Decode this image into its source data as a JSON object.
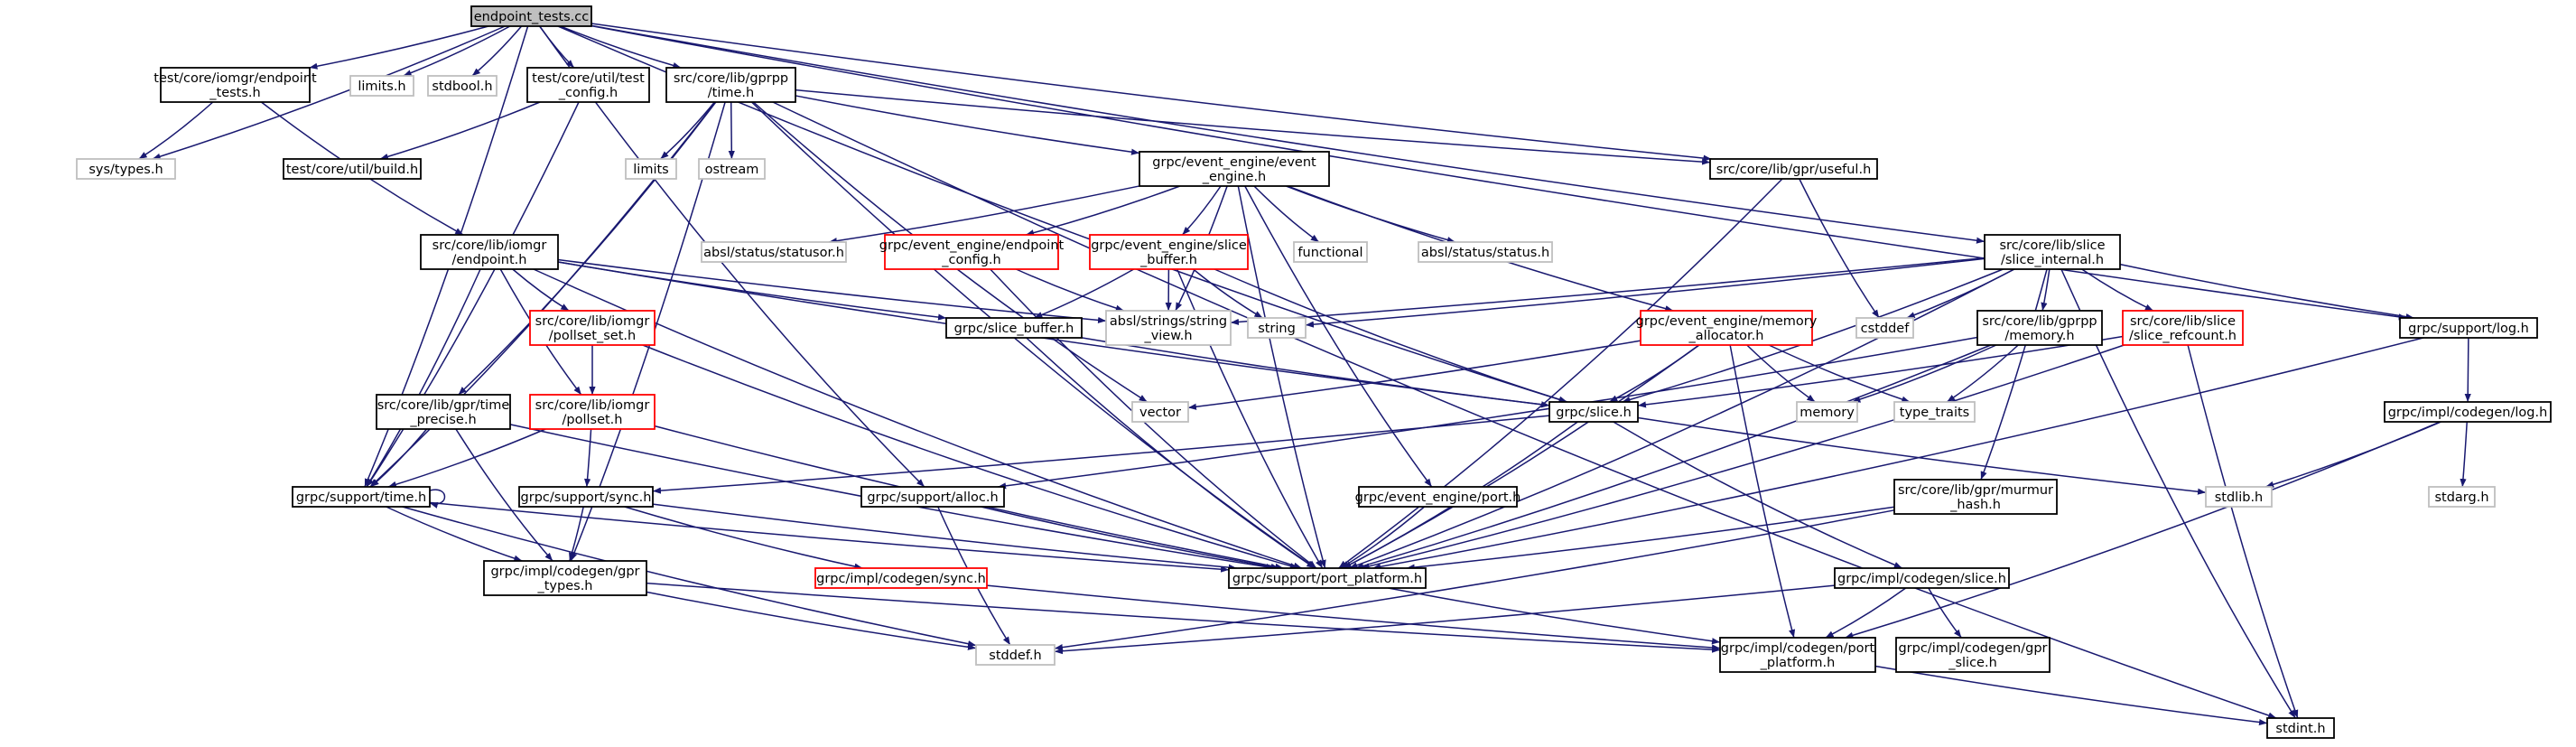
{
  "graph": {
    "edge_color": "#191970",
    "node_style_colors": {
      "root_fill": "#bfbfbf",
      "default_border": "#000000",
      "incomplete_border": "#ff0000",
      "system_border": "#bfbfbf"
    },
    "nodes": [
      {
        "id": "n0",
        "lines": [
          "endpoint_tests.cc"
        ],
        "style": "root"
      },
      {
        "id": "n1",
        "lines": [
          "test/core/iomgr/endpoint",
          "_tests.h"
        ],
        "style": "normal"
      },
      {
        "id": "n2",
        "lines": [
          "limits.h"
        ],
        "style": "gray"
      },
      {
        "id": "n3",
        "lines": [
          "stdbool.h"
        ],
        "style": "gray"
      },
      {
        "id": "n4",
        "lines": [
          "test/core/util/test",
          "_config.h"
        ],
        "style": "normal"
      },
      {
        "id": "n5",
        "lines": [
          "src/core/lib/gprpp",
          "/time.h"
        ],
        "style": "normal"
      },
      {
        "id": "n6",
        "lines": [
          "sys/types.h"
        ],
        "style": "gray"
      },
      {
        "id": "n7",
        "lines": [
          "test/core/util/build.h"
        ],
        "style": "normal"
      },
      {
        "id": "n8",
        "lines": [
          "limits"
        ],
        "style": "gray"
      },
      {
        "id": "n9",
        "lines": [
          "ostream"
        ],
        "style": "gray"
      },
      {
        "id": "n10",
        "lines": [
          "grpc/event_engine/event",
          "_engine.h"
        ],
        "style": "normal"
      },
      {
        "id": "n11",
        "lines": [
          "src/core/lib/gpr/useful.h"
        ],
        "style": "normal"
      },
      {
        "id": "n12",
        "lines": [
          "src/core/lib/iomgr",
          "/endpoint.h"
        ],
        "style": "normal"
      },
      {
        "id": "n13",
        "lines": [
          "absl/status/statusor.h"
        ],
        "style": "gray"
      },
      {
        "id": "n14",
        "lines": [
          "grpc/event_engine/endpoint",
          "_config.h"
        ],
        "style": "red"
      },
      {
        "id": "n15",
        "lines": [
          "grpc/event_engine/slice",
          "_buffer.h"
        ],
        "style": "red"
      },
      {
        "id": "n16",
        "lines": [
          "functional"
        ],
        "style": "gray"
      },
      {
        "id": "n17",
        "lines": [
          "absl/status/status.h"
        ],
        "style": "gray"
      },
      {
        "id": "n18",
        "lines": [
          "src/core/lib/slice",
          "/slice_internal.h"
        ],
        "style": "normal"
      },
      {
        "id": "n19",
        "lines": [
          "src/core/lib/iomgr",
          "/pollset_set.h"
        ],
        "style": "red"
      },
      {
        "id": "n20",
        "lines": [
          "grpc/slice_buffer.h"
        ],
        "style": "normal"
      },
      {
        "id": "n21",
        "lines": [
          "absl/strings/string",
          "_view.h"
        ],
        "style": "gray"
      },
      {
        "id": "n22",
        "lines": [
          "string"
        ],
        "style": "gray"
      },
      {
        "id": "n23",
        "lines": [
          "grpc/event_engine/memory",
          "_allocator.h"
        ],
        "style": "red"
      },
      {
        "id": "n24",
        "lines": [
          "cstddef"
        ],
        "style": "gray"
      },
      {
        "id": "n25",
        "lines": [
          "src/core/lib/gprpp",
          "/memory.h"
        ],
        "style": "normal"
      },
      {
        "id": "n26",
        "lines": [
          "src/core/lib/slice",
          "/slice_refcount.h"
        ],
        "style": "red"
      },
      {
        "id": "n27",
        "lines": [
          "grpc/support/log.h"
        ],
        "style": "normal"
      },
      {
        "id": "n28",
        "lines": [
          "src/core/lib/gpr/time",
          "_precise.h"
        ],
        "style": "normal"
      },
      {
        "id": "n29",
        "lines": [
          "src/core/lib/iomgr",
          "/pollset.h"
        ],
        "style": "red"
      },
      {
        "id": "n30",
        "lines": [
          "vector"
        ],
        "style": "gray"
      },
      {
        "id": "n31",
        "lines": [
          "memory"
        ],
        "style": "gray"
      },
      {
        "id": "n32",
        "lines": [
          "type_traits"
        ],
        "style": "gray"
      },
      {
        "id": "n33",
        "lines": [
          "grpc/slice.h"
        ],
        "style": "normal"
      },
      {
        "id": "n34",
        "lines": [
          "grpc/impl/codegen/log.h"
        ],
        "style": "normal"
      },
      {
        "id": "n35",
        "lines": [
          "grpc/support/time.h"
        ],
        "style": "normal"
      },
      {
        "id": "n36",
        "lines": [
          "grpc/support/sync.h"
        ],
        "style": "normal"
      },
      {
        "id": "n37",
        "lines": [
          "grpc/support/alloc.h"
        ],
        "style": "normal"
      },
      {
        "id": "n38",
        "lines": [
          "grpc/event_engine/port.h"
        ],
        "style": "normal"
      },
      {
        "id": "n39",
        "lines": [
          "src/core/lib/gpr/murmur",
          "_hash.h"
        ],
        "style": "normal"
      },
      {
        "id": "n40",
        "lines": [
          "stdlib.h"
        ],
        "style": "gray"
      },
      {
        "id": "n41",
        "lines": [
          "stdarg.h"
        ],
        "style": "gray"
      },
      {
        "id": "n42",
        "lines": [
          "grpc/impl/codegen/gpr",
          "_types.h"
        ],
        "style": "normal"
      },
      {
        "id": "n43",
        "lines": [
          "grpc/impl/codegen/sync.h"
        ],
        "style": "red"
      },
      {
        "id": "n44",
        "lines": [
          "grpc/support/port_platform.h"
        ],
        "style": "normal"
      },
      {
        "id": "n45",
        "lines": [
          "grpc/impl/codegen/slice.h"
        ],
        "style": "normal"
      },
      {
        "id": "n46",
        "lines": [
          "stddef.h"
        ],
        "style": "gray"
      },
      {
        "id": "n47",
        "lines": [
          "grpc/impl/codegen/port",
          "_platform.h"
        ],
        "style": "normal"
      },
      {
        "id": "n48",
        "lines": [
          "grpc/impl/codegen/gpr",
          "_slice.h"
        ],
        "style": "normal"
      },
      {
        "id": "n49",
        "lines": [
          "stdint.h"
        ],
        "style": "normal"
      }
    ],
    "edges": [
      [
        "n0",
        "n1"
      ],
      [
        "n0",
        "n2"
      ],
      [
        "n0",
        "n3"
      ],
      [
        "n0",
        "n4"
      ],
      [
        "n0",
        "n5"
      ],
      [
        "n0",
        "n6"
      ],
      [
        "n0",
        "n11"
      ],
      [
        "n0",
        "n18"
      ],
      [
        "n0",
        "n27"
      ],
      [
        "n0",
        "n33"
      ],
      [
        "n0",
        "n35"
      ],
      [
        "n0",
        "n37"
      ],
      [
        "n1",
        "n6"
      ],
      [
        "n1",
        "n12"
      ],
      [
        "n4",
        "n7"
      ],
      [
        "n4",
        "n35"
      ],
      [
        "n5",
        "n8"
      ],
      [
        "n5",
        "n9"
      ],
      [
        "n5",
        "n10"
      ],
      [
        "n5",
        "n11"
      ],
      [
        "n5",
        "n28"
      ],
      [
        "n5",
        "n35"
      ],
      [
        "n5",
        "n44"
      ],
      [
        "n5",
        "n42"
      ],
      [
        "n5",
        "n30"
      ],
      [
        "n5",
        "n49"
      ],
      [
        "n10",
        "n13"
      ],
      [
        "n10",
        "n14"
      ],
      [
        "n10",
        "n15"
      ],
      [
        "n10",
        "n16"
      ],
      [
        "n10",
        "n17"
      ],
      [
        "n10",
        "n23"
      ],
      [
        "n10",
        "n38"
      ],
      [
        "n10",
        "n44"
      ],
      [
        "n10",
        "n21"
      ],
      [
        "n11",
        "n24"
      ],
      [
        "n11",
        "n44"
      ],
      [
        "n12",
        "n19"
      ],
      [
        "n12",
        "n29"
      ],
      [
        "n12",
        "n20"
      ],
      [
        "n12",
        "n33"
      ],
      [
        "n12",
        "n35"
      ],
      [
        "n12",
        "n44"
      ],
      [
        "n12",
        "n21"
      ],
      [
        "n14",
        "n21"
      ],
      [
        "n14",
        "n44"
      ],
      [
        "n15",
        "n20"
      ],
      [
        "n15",
        "n21"
      ],
      [
        "n15",
        "n22"
      ],
      [
        "n15",
        "n33"
      ],
      [
        "n15",
        "n44"
      ],
      [
        "n18",
        "n25"
      ],
      [
        "n18",
        "n26"
      ],
      [
        "n18",
        "n27"
      ],
      [
        "n18",
        "n24"
      ],
      [
        "n18",
        "n22"
      ],
      [
        "n18",
        "n33"
      ],
      [
        "n18",
        "n39"
      ],
      [
        "n18",
        "n44"
      ],
      [
        "n18",
        "n49"
      ],
      [
        "n18",
        "n21"
      ],
      [
        "n19",
        "n29"
      ],
      [
        "n19",
        "n44"
      ],
      [
        "n20",
        "n33"
      ],
      [
        "n20",
        "n44"
      ],
      [
        "n23",
        "n30"
      ],
      [
        "n23",
        "n31"
      ],
      [
        "n23",
        "n32"
      ],
      [
        "n23",
        "n33"
      ],
      [
        "n23",
        "n44"
      ],
      [
        "n23",
        "n47"
      ],
      [
        "n25",
        "n31"
      ],
      [
        "n25",
        "n32"
      ],
      [
        "n25",
        "n37"
      ],
      [
        "n25",
        "n44"
      ],
      [
        "n26",
        "n33"
      ],
      [
        "n26",
        "n44"
      ],
      [
        "n26",
        "n49"
      ],
      [
        "n27",
        "n34"
      ],
      [
        "n27",
        "n44"
      ],
      [
        "n28",
        "n35"
      ],
      [
        "n28",
        "n42"
      ],
      [
        "n28",
        "n44"
      ],
      [
        "n29",
        "n35"
      ],
      [
        "n29",
        "n36"
      ],
      [
        "n29",
        "n44"
      ],
      [
        "n33",
        "n36"
      ],
      [
        "n33",
        "n40"
      ],
      [
        "n33",
        "n44"
      ],
      [
        "n33",
        "n45"
      ],
      [
        "n34",
        "n40"
      ],
      [
        "n34",
        "n41"
      ],
      [
        "n34",
        "n47"
      ],
      [
        "n35",
        "n35"
      ],
      [
        "n35",
        "n42"
      ],
      [
        "n35",
        "n44"
      ],
      [
        "n35",
        "n46"
      ],
      [
        "n36",
        "n42"
      ],
      [
        "n36",
        "n43"
      ],
      [
        "n36",
        "n44"
      ],
      [
        "n37",
        "n44"
      ],
      [
        "n37",
        "n46"
      ],
      [
        "n38",
        "n44"
      ],
      [
        "n39",
        "n44"
      ],
      [
        "n39",
        "n46"
      ],
      [
        "n42",
        "n46"
      ],
      [
        "n42",
        "n47"
      ],
      [
        "n43",
        "n47"
      ],
      [
        "n44",
        "n47"
      ],
      [
        "n45",
        "n46"
      ],
      [
        "n45",
        "n47"
      ],
      [
        "n45",
        "n48"
      ],
      [
        "n47",
        "n49"
      ]
    ]
  }
}
